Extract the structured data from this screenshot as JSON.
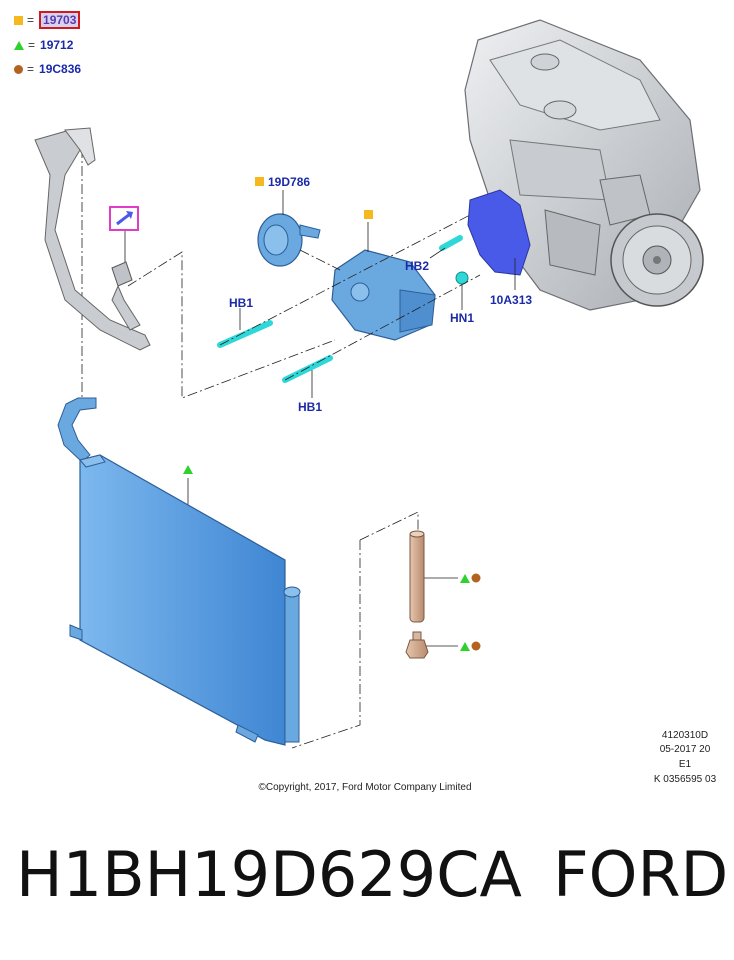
{
  "legend": [
    {
      "symbol": "square",
      "color": "#f5b91f",
      "eq": "=",
      "code": "19703",
      "highlighted": true
    },
    {
      "symbol": "triangle",
      "color": "#2ed12e",
      "eq": "=",
      "code": "19712",
      "highlighted": false
    },
    {
      "symbol": "circle",
      "color": "#b3621f",
      "eq": "=",
      "code": "19C836",
      "highlighted": false
    }
  ],
  "callouts": {
    "clutch": "19D786",
    "hb2": "HB2",
    "bracket": "10A313",
    "hn1": "HN1",
    "hb1_top": "HB1",
    "hb1_bottom": "HB1"
  },
  "illustration_id": {
    "line1": "4120310D",
    "line2": "05-2017 20",
    "line3": "E1",
    "line4": "K 0356595 03"
  },
  "copyright": "©Copyright, 2017, Ford Motor Company Limited",
  "part_number": "H1BH19D629CA",
  "brand": "FORD",
  "colors": {
    "callout_text": "#1a2aa8",
    "part_blue": "#5aa2e6",
    "cyan_part": "#2fd8d8",
    "bracket_blue": "#4a5ae8",
    "pink_frame": "#e03cc8",
    "metal_grey": "#c9ccd0"
  }
}
